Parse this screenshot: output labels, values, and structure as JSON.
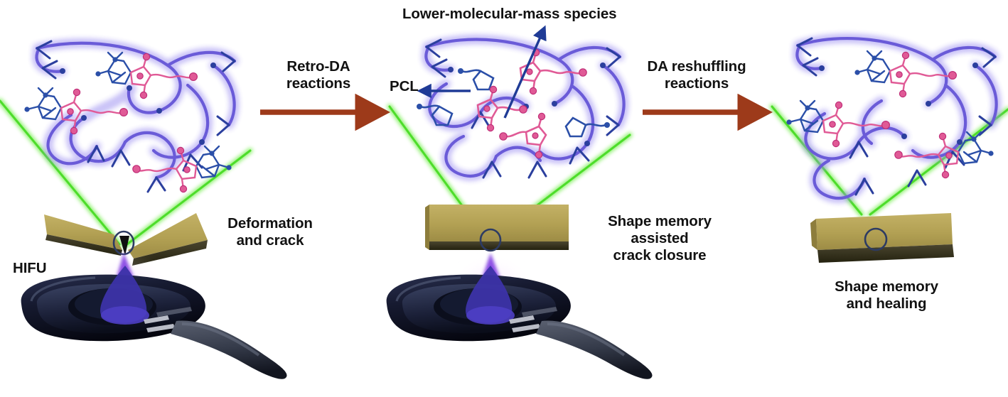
{
  "figure": {
    "kind": "scientific-schematic",
    "title_visible": false,
    "background_color": "#ffffff",
    "description": "Three-stage schematic of HIFU-triggered self-healing of a Diels-Alder crosslinked polycaprolactone network"
  },
  "labels": {
    "lower_molecular_mass_species": "Lower-molecular-mass species",
    "pcl": "PCL",
    "retro_da": "Retro-DA\nreactions",
    "da_reshuffling": "DA reshuffling\nreactions",
    "hifu": "HIFU",
    "deformation_and_crack": "Deformation\nand crack",
    "shape_memory_assisted_crack_closure": "Shape memory\nassisted\ncrack closure",
    "shape_memory_and_healing": "Shape memory\nand healing"
  },
  "panels": [
    {
      "id": "panel-left",
      "stage_label": "Deformation\nand crack",
      "network_state": "crosslinked Diels-Alder adducts intact",
      "sample_shape": "bent V-shape with open crack",
      "hifu_present": true,
      "hifu_label": "HIFU",
      "adduct_count": 3
    },
    {
      "id": "panel-middle",
      "stage_label": "Shape memory\nassisted\ncrack closure",
      "network_state": "adducts dissociated into furan rings and maleimide fragments",
      "sample_shape": "flattened bar with closing crack",
      "hifu_present": true,
      "annotation_arrows": [
        "Lower-molecular-mass species",
        "PCL"
      ],
      "furan_count": 3,
      "maleimide_count": 3
    },
    {
      "id": "panel-right",
      "stage_label": "Shape memory\nand healing",
      "network_state": "Diels-Alder adducts reformed / reshuffled",
      "sample_shape": "flat healed bar",
      "hifu_present": false,
      "adduct_count": 3
    }
  ],
  "process_arrows": [
    {
      "id": "arrow-retro-da",
      "label": "Retro-DA\nreactions",
      "direction": "left-to-right",
      "from_panel": "panel-left",
      "to_panel": "panel-middle"
    },
    {
      "id": "arrow-da-reshuffling",
      "label": "DA reshuffling\nreactions",
      "direction": "left-to-right",
      "from_panel": "panel-middle",
      "to_panel": "panel-right"
    }
  ],
  "pointer_arrows": [
    {
      "id": "pointer-lmm",
      "label": "Lower-molecular-mass species",
      "direction": "up-right",
      "color": "#1f3b96"
    },
    {
      "id": "pointer-pcl",
      "label": "PCL",
      "direction": "left",
      "color": "#1f3b96"
    }
  ],
  "colors": {
    "polymer_chain": "#6a5bd8",
    "polymer_chain_glow": "#b9b0f2",
    "chain_node": "#2b3f9e",
    "maleimide": "#e05a96",
    "maleimide_dark": "#c02f78",
    "furan_ring": "#2b4fa8",
    "sample_body": "#b0a150",
    "sample_edge": "#2e2b22",
    "crack": "#141414",
    "callout_line": "#5bdd3a",
    "hifu_body": "#14172c",
    "hifu_beam": "#8a4bf0",
    "process_arrow": "#9d3a1a",
    "process_arrow_glow": "#f6dcc0",
    "pointer_arrow": "#1f3b96",
    "text": "#121212"
  }
}
